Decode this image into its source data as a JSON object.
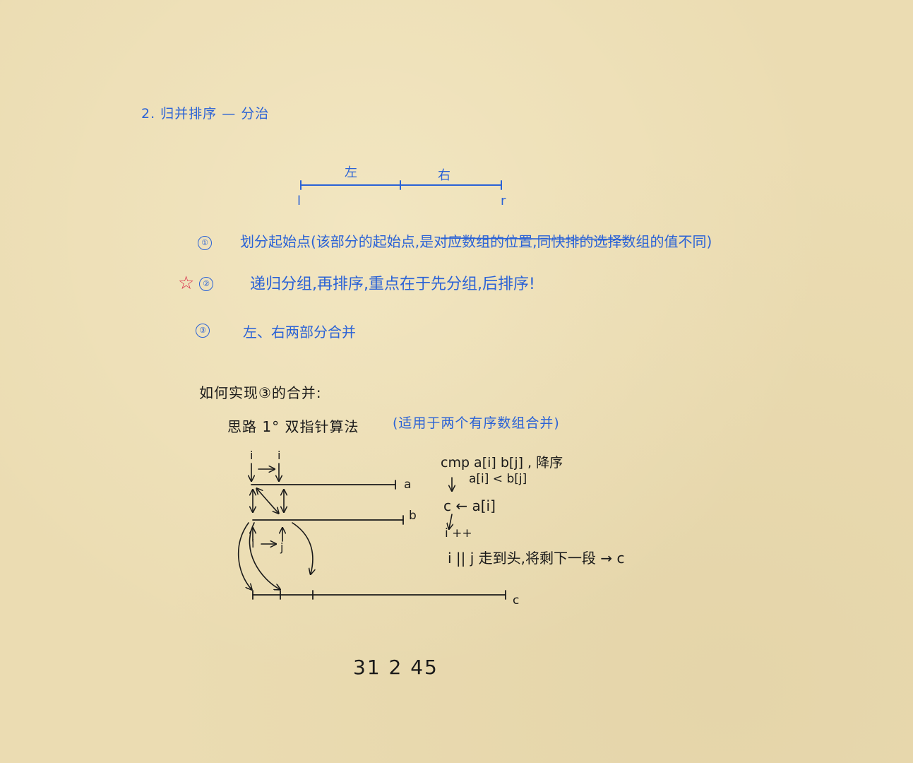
{
  "notes": {
    "title": "2. 归并排序 — 分治",
    "segment": {
      "left_half_label": "左",
      "right_half_label": "右",
      "start_label": "l",
      "end_label": "r"
    },
    "steps": [
      {
        "number": "①",
        "text": "划分起始点(该部分的起始点,是对应数组的位置,同快排的选择数组的值不同)"
      },
      {
        "number": "②",
        "text": "递归分组,再排序,重点在于先分组,后排序!"
      },
      {
        "number": "③",
        "text": "左、右两部分合并"
      }
    ],
    "star_mark": "☆",
    "how_title": "如何实现③的合并:",
    "idea": "思路 1° 双指针算法",
    "idea_note": "(适用于两个有序数组合并)",
    "array_labels": {
      "a": "a",
      "b": "b",
      "c": "c"
    },
    "pointer_labels": {
      "i": "i",
      "j": "j"
    },
    "algorithm": [
      "cmp a[i] b[j] , 降序",
      "a[i] < b[j]",
      "c ← a[i]",
      "i ++",
      "i || j 走到头,将剩下一段 → c"
    ],
    "example_numbers": "31 2 45"
  },
  "colors": {
    "paper": "#ebdcb2",
    "blue_ink": "#2a62d6",
    "black_ink": "#1a1a1a",
    "red_ink": "#d9304c"
  }
}
